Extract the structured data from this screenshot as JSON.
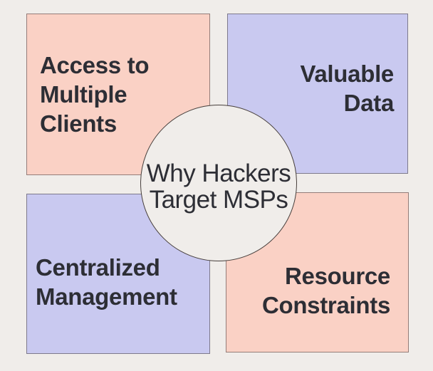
{
  "colors": {
    "page-bg": "#f0edea",
    "quad-pink": "#fad1c5",
    "quad-lavender": "#c9c9f0",
    "circle-fill": "#f0edea",
    "text-dark": "#2d2e35",
    "circle-border": "#473f3c"
  },
  "center": {
    "label": "Why Hackers Target MSPs",
    "lines": [
      "Why Hackers",
      "Target MSPs"
    ]
  },
  "quadrants": [
    {
      "position": "top-left",
      "label": "Access to Multiple Clients",
      "lines": [
        "Access to",
        "Multiple",
        "Clients"
      ],
      "fill": "#fad1c5",
      "text_align": "left"
    },
    {
      "position": "top-right",
      "label": "Valuable Data",
      "lines": [
        "Valuable",
        "Data"
      ],
      "fill": "#c9c9f0",
      "text_align": "right"
    },
    {
      "position": "bottom-left",
      "label": "Centralized Management",
      "lines": [
        "Centralized",
        "Management"
      ],
      "fill": "#c9c9f0",
      "text_align": "left"
    },
    {
      "position": "bottom-right",
      "label": "Resource Constraints",
      "lines": [
        "Resource",
        "Constraints"
      ],
      "fill": "#fad1c5",
      "text_align": "right"
    }
  ]
}
